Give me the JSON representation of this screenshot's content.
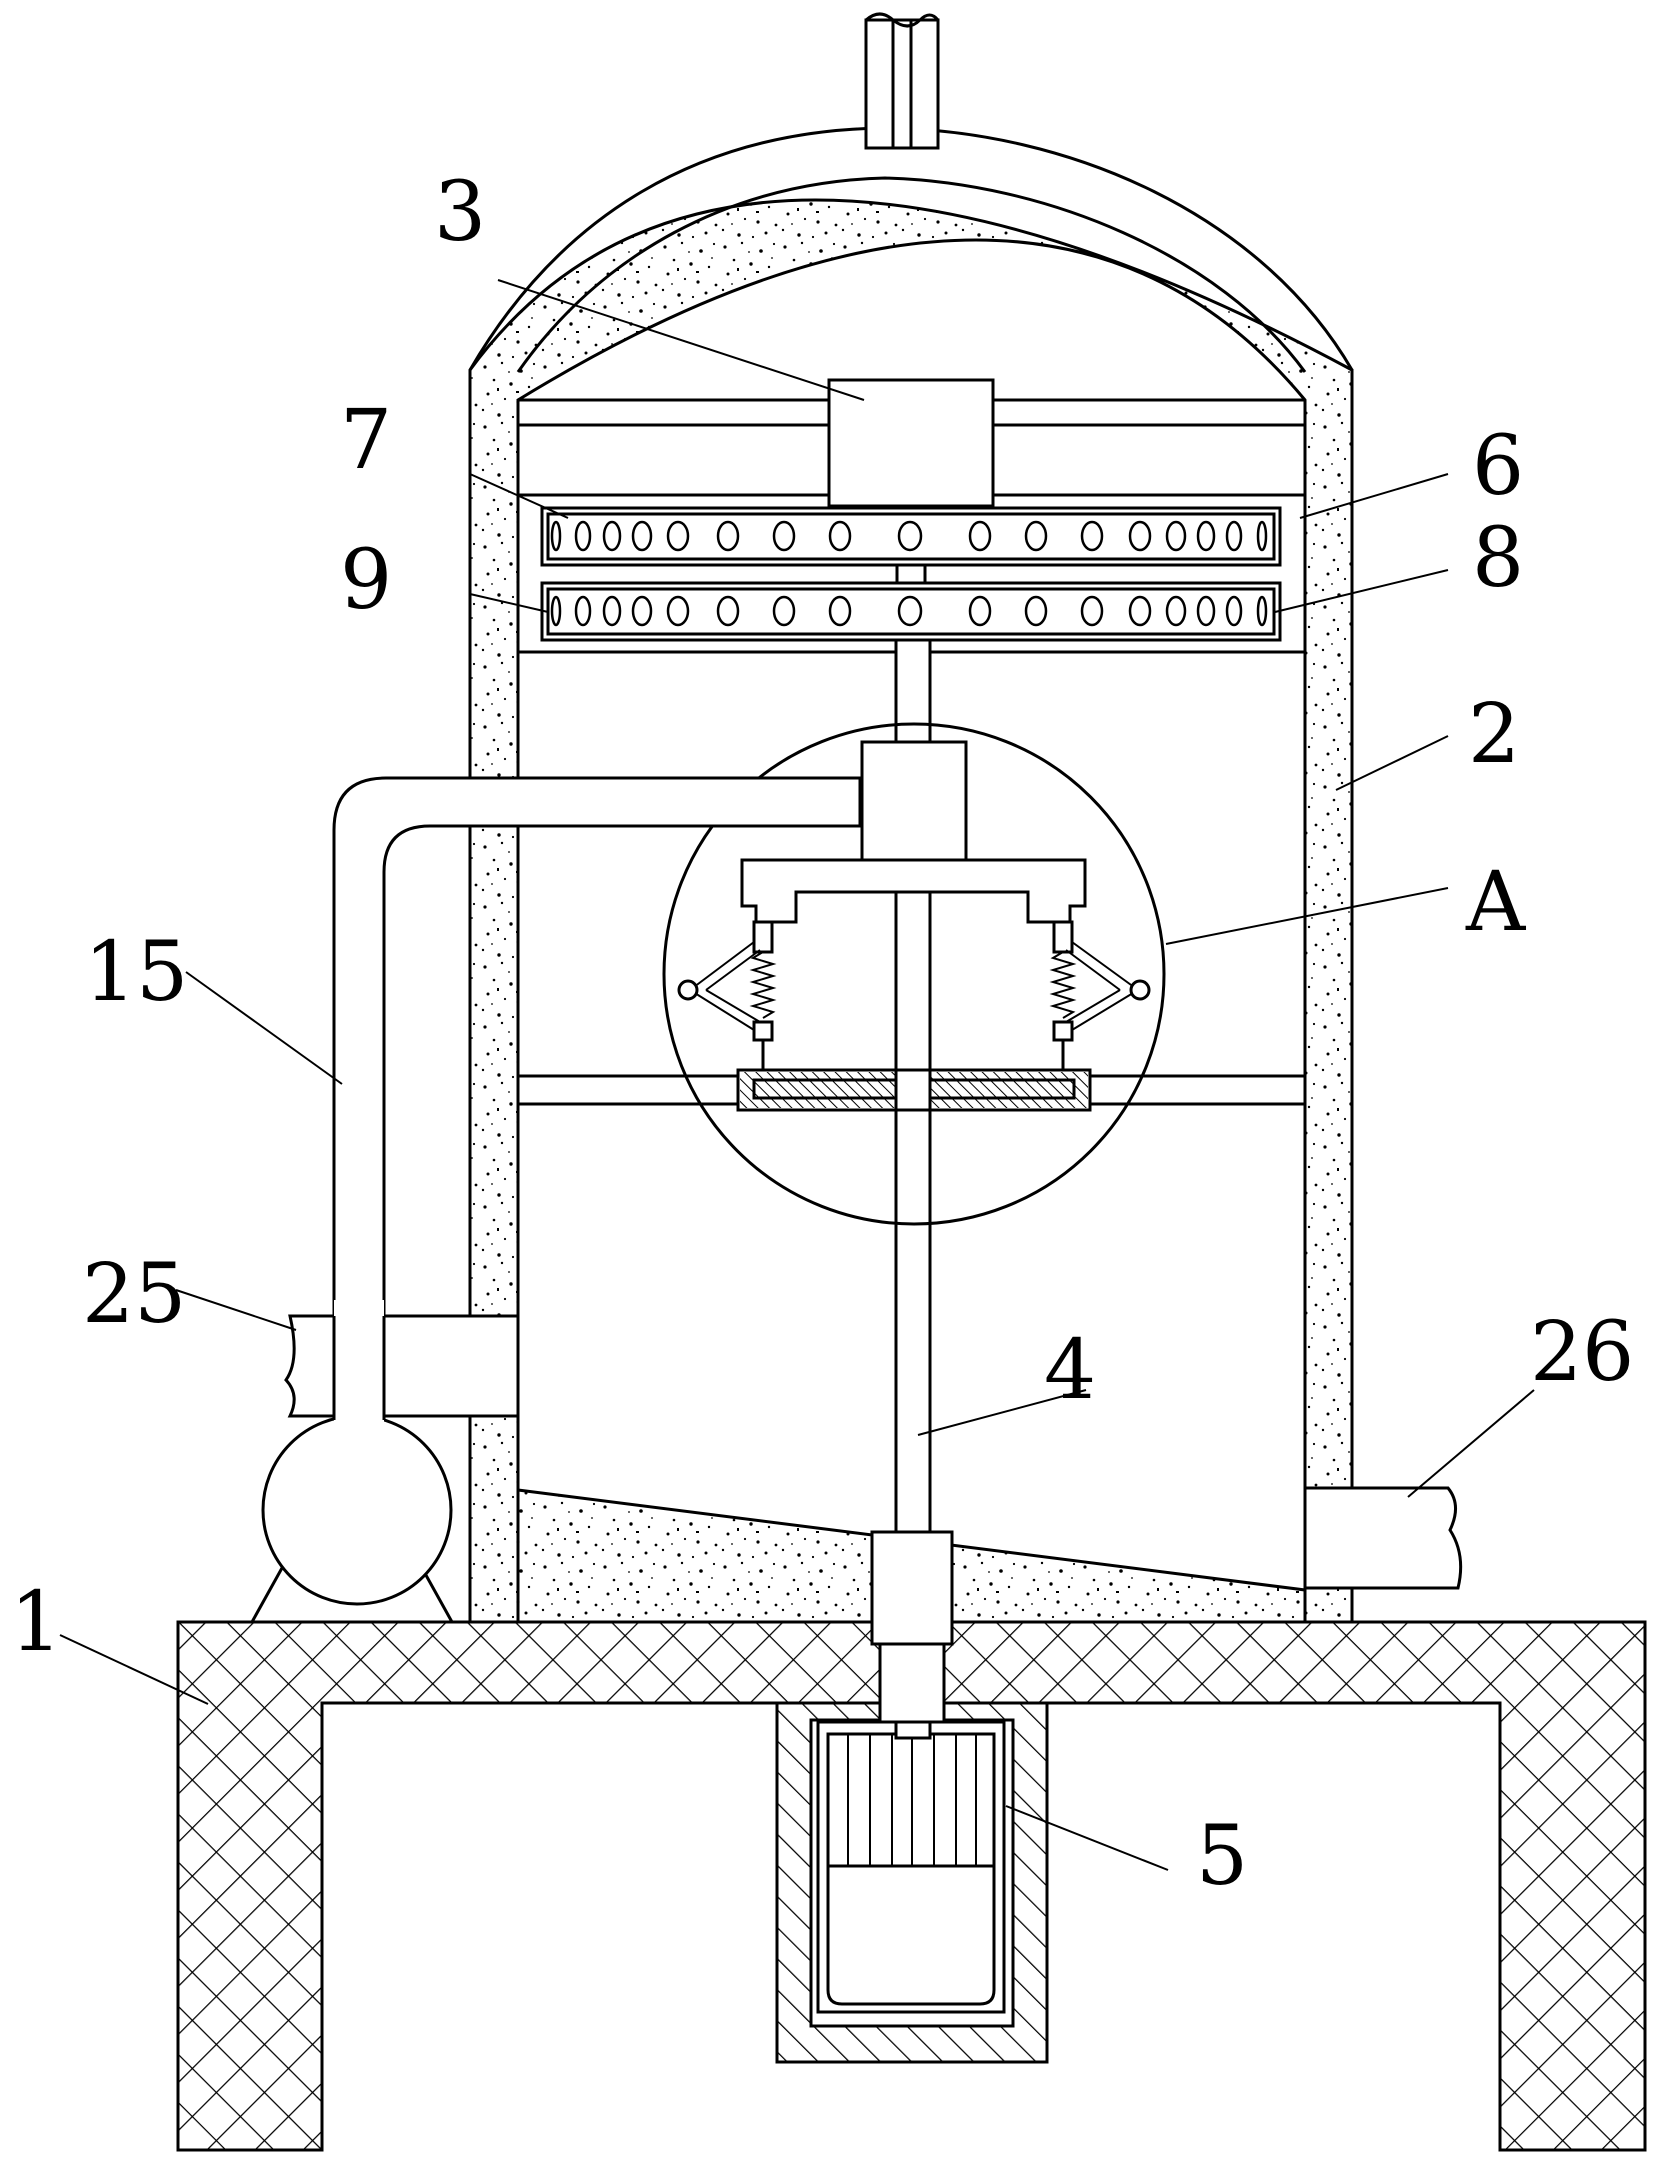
{
  "figure": {
    "labels": [
      {
        "id": "label-1",
        "text": "1"
      },
      {
        "id": "label-2",
        "text": "2"
      },
      {
        "id": "label-3",
        "text": "3"
      },
      {
        "id": "label-4",
        "text": "4"
      },
      {
        "id": "label-5",
        "text": "5"
      },
      {
        "id": "label-6",
        "text": "6"
      },
      {
        "id": "label-7",
        "text": "7"
      },
      {
        "id": "label-8",
        "text": "8"
      },
      {
        "id": "label-9",
        "text": "9"
      },
      {
        "id": "label-15",
        "text": "15"
      },
      {
        "id": "label-25",
        "text": "25"
      },
      {
        "id": "label-26",
        "text": "26"
      },
      {
        "id": "label-A",
        "text": "A"
      }
    ]
  }
}
